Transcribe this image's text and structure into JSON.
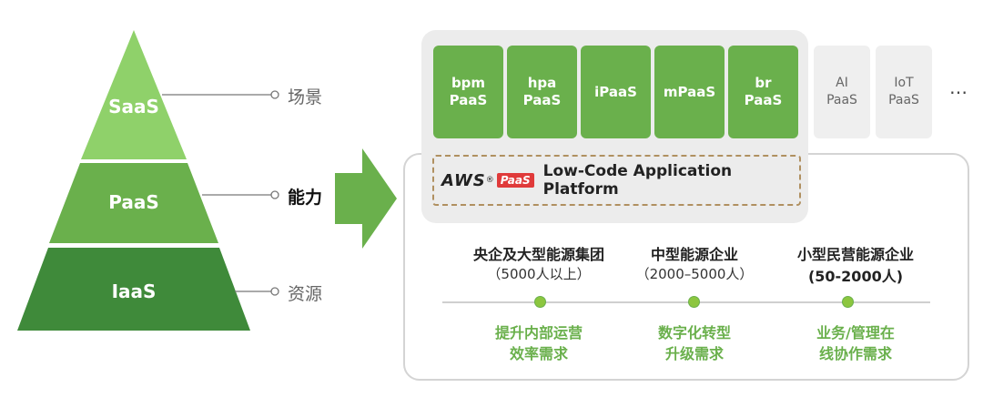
{
  "pyramid": {
    "levels": [
      {
        "label": "SaaS",
        "color": "#8fd16a"
      },
      {
        "label": "PaaS",
        "color": "#6ab04c"
      },
      {
        "label": "IaaS",
        "color": "#3f8a3a"
      }
    ],
    "side_labels": [
      {
        "label": "场景"
      },
      {
        "label": "能力"
      },
      {
        "label": "资源"
      }
    ]
  },
  "arrow": {
    "color": "#6ab04c"
  },
  "tiles": [
    {
      "line1": "bpm",
      "line2": "PaaS"
    },
    {
      "line1": "hpa",
      "line2": "PaaS"
    },
    {
      "line1": "iPaaS",
      "line2": ""
    },
    {
      "line1": "mPaaS",
      "line2": ""
    },
    {
      "line1": "br",
      "line2": "PaaS"
    }
  ],
  "grey_tiles": [
    {
      "line1": "AI",
      "line2": "PaaS"
    },
    {
      "line1": "IoT",
      "line2": "PaaS"
    }
  ],
  "more": "…",
  "platform": {
    "logo_text": "AWS",
    "reg_mark": "®",
    "badge": "PaaS",
    "title": "Low-Code Application Platform"
  },
  "segments": [
    {
      "title": "央企及大型能源集团",
      "sub": "（5000人以上）",
      "need1": "提升内部运营",
      "need2": "效率需求"
    },
    {
      "title": "中型能源企业",
      "sub": "（2000–5000人）",
      "need1": "数字化转型",
      "need2": "升级需求"
    },
    {
      "title": "小型民营能源企业",
      "sub": "(50-2000人)",
      "need1": "业务/管理在",
      "need2": "线协作需求"
    }
  ]
}
